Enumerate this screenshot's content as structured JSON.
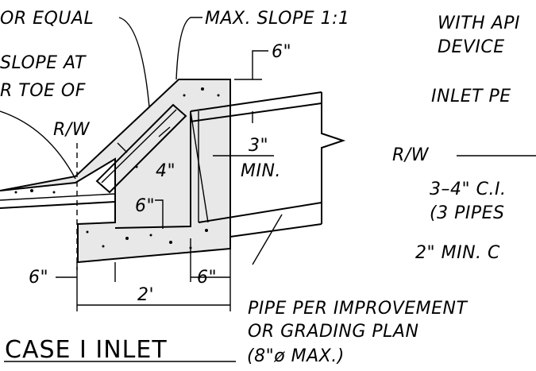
{
  "labels": {
    "or_equal": "OR EQUAL",
    "max_slope": "MAX. SLOPE 1:1",
    "with_api": "WITH API",
    "device": "DEVICE",
    "six_top": "6\"",
    "slope_at": "SLOPE AT",
    "toe_of": "R TOE OF",
    "inlet_pe": "INLET PE",
    "rw_left": "R/W",
    "four": "4\"",
    "three": "3\"",
    "min": "MIN.",
    "rw_right": "R/W",
    "ci_pipes": "3–4\" C.I.",
    "three_pipes": "(3 PIPES",
    "six_mid": "6\"",
    "two_min": "2\" MIN. C",
    "six_left": "6\"",
    "six_right": "6\"",
    "two_feet": "2'",
    "pipe_per": "PIPE PER IMPROVEMENT",
    "grading": "OR GRADING PLAN",
    "max_dia": "(8\"ø MAX.)",
    "title": "CASE I INLET"
  }
}
